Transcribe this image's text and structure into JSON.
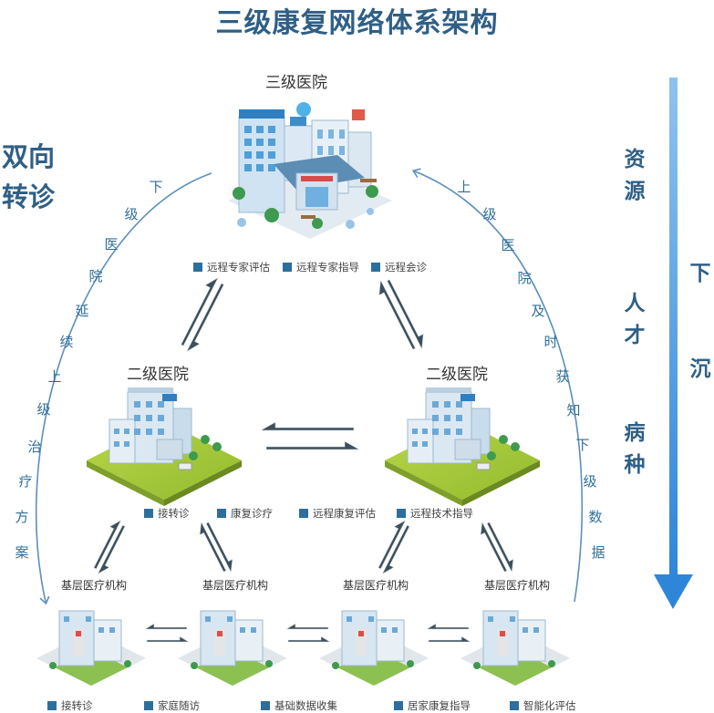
{
  "title": "三级康复网络体系架构",
  "left_title": [
    "双向",
    "转诊"
  ],
  "right_title": {
    "top": [
      "资",
      "源"
    ],
    "mid": [
      "人",
      "才"
    ],
    "bot": [
      "病",
      "种"
    ],
    "arrow_chars": [
      "下",
      "沉"
    ]
  },
  "left_curve_chars": [
    "下",
    "级",
    "医",
    "院",
    "延",
    "续",
    "上",
    "级",
    "治",
    "疗",
    "方",
    "案"
  ],
  "right_curve_chars": [
    "上",
    "级",
    "医",
    "院",
    "及",
    "时",
    "获",
    "知",
    "下",
    "级",
    "数",
    "据"
  ],
  "tertiary": {
    "label": "三级医院",
    "tags": [
      "远程专家评估",
      "远程专家指导",
      "远程会诊"
    ]
  },
  "secondary": {
    "left_label": "二级医院",
    "right_label": "二级医院",
    "tags": [
      "接转诊",
      "康复诊疗",
      "远程康复评估",
      "远程技术指导"
    ]
  },
  "primary": {
    "labels": [
      "基层医疗机构",
      "基层医疗机构",
      "基层医疗机构",
      "基层医疗机构"
    ],
    "tags": [
      "接转诊",
      "家庭随访",
      "基础数据收集",
      "居家康复指导",
      "智能化评估"
    ]
  },
  "colors": {
    "title": "#2f5f86",
    "tag_square": "#2c6f9e",
    "arrow": "#3d4f5c",
    "curve": "#5b8fbf",
    "big_arrow": "#3d8fd6"
  }
}
